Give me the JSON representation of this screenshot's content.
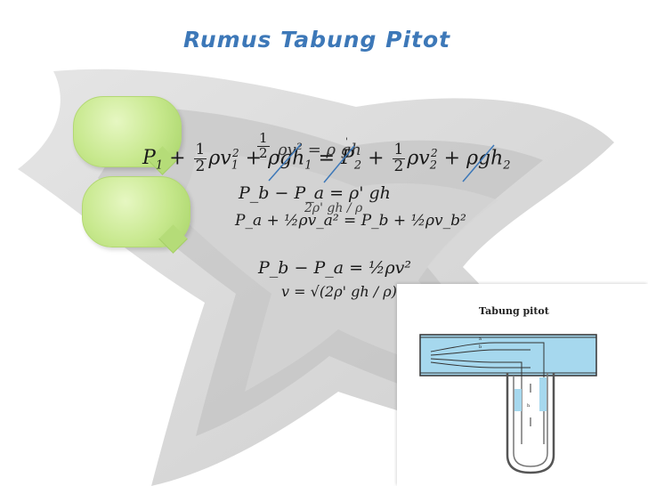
{
  "slide": {
    "title": "Rumus Tabung Pitot"
  },
  "equations": {
    "eq1": {
      "p1": "P",
      "p1_sub": "1",
      "plus": "+",
      "half": "1",
      "two": "2",
      "rho_v1": "ρv",
      "v1_sub": "1",
      "sq": "2",
      "rho_g_h1": "ρgh",
      "h1_sub": "1",
      "equals": "=",
      "p2": "P",
      "p2_sub": "2",
      "rho_v2": "ρv",
      "v2_sub": "2",
      "rho_g_h2": "ρgh",
      "h2_sub": "2"
    },
    "eq_overlay_1": "ρv² = ρ gh",
    "eq_overlay_1_prime": "'",
    "eq2": "P_b − P_a = ρ' gh",
    "eq3": "P_a + ½ρv_a² = P_b + ½ρv_b²",
    "eq3_overlay": "2ρ' gh / ρ",
    "eq4": "P_b − P_a = ½ρv²",
    "eq5": "v = √(2ρ' gh / ρ)"
  },
  "figure": {
    "caption": "Tabung pitot",
    "labels": [
      "a",
      "b",
      "h"
    ]
  },
  "colors": {
    "title": "#3d78b8",
    "bubble": "#c7e88d",
    "pipe_fluid": "#a6d8ee",
    "strike": "#3d78b8"
  }
}
